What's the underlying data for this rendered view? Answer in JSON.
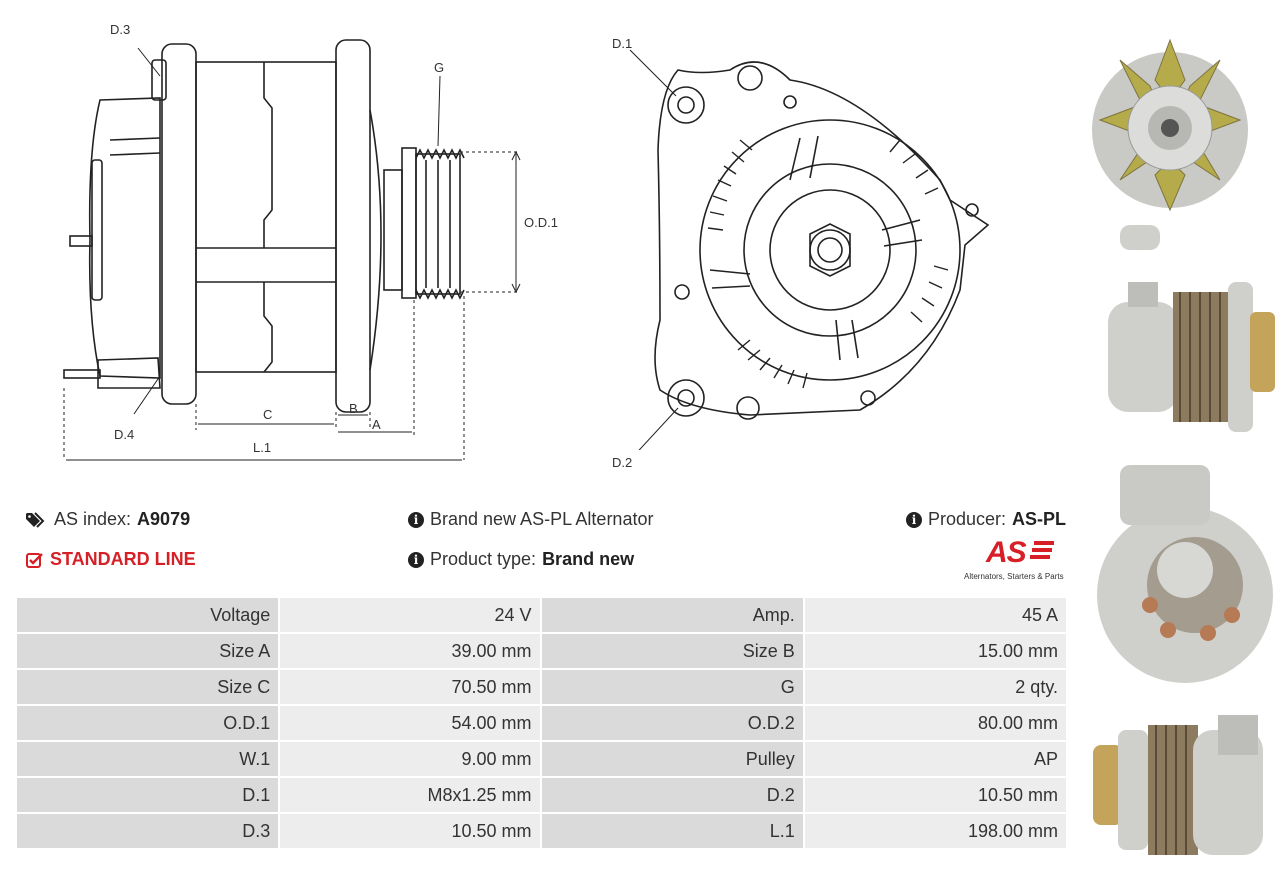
{
  "diagram_labels": {
    "d3": "D.3",
    "d4": "D.4",
    "g": "G",
    "od1": "O.D.1",
    "b": "B",
    "c": "C",
    "a": "A",
    "l1": "L.1",
    "d1": "D.1",
    "d2": "D.2"
  },
  "info": {
    "as_index_label": "AS index:",
    "as_index_value": "A9079",
    "standard_line": "STANDARD LINE",
    "description": "Brand new AS-PL Alternator",
    "product_type_label": "Product type:",
    "product_type_value": "Brand new",
    "producer_label": "Producer:",
    "producer_value": "AS-PL",
    "logo_text": "AS",
    "logo_tagline": "Alternators, Starters & Parts"
  },
  "specs": [
    {
      "k1": "Voltage",
      "v1": "24 V",
      "k2": "Amp.",
      "v2": "45 A"
    },
    {
      "k1": "Size A",
      "v1": "39.00 mm",
      "k2": "Size B",
      "v2": "15.00 mm"
    },
    {
      "k1": "Size C",
      "v1": "70.50 mm",
      "k2": "G",
      "v2": "2 qty."
    },
    {
      "k1": "O.D.1",
      "v1": "54.00 mm",
      "k2": "O.D.2",
      "v2": "80.00 mm"
    },
    {
      "k1": "W.1",
      "v1": "9.00 mm",
      "k2": "Pulley",
      "v2": "AP"
    },
    {
      "k1": "D.1",
      "v1": "M8x1.25 mm",
      "k2": "D.2",
      "v2": "10.50 mm"
    },
    {
      "k1": "D.3",
      "v1": "10.50 mm",
      "k2": "L.1",
      "v2": "198.00 mm"
    }
  ],
  "colors": {
    "accent_red": "#d61f26",
    "key_cell": "#dadada",
    "value_cell": "#ededed"
  },
  "icons": [
    "tags-icon",
    "checkbox-icon",
    "info-icon"
  ]
}
